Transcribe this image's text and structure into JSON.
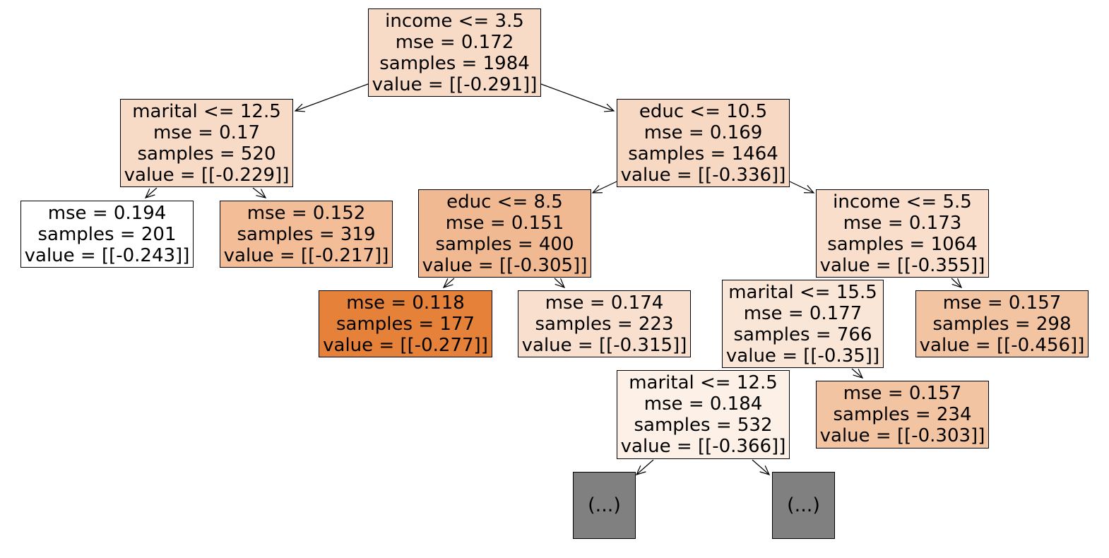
{
  "tree": {
    "colors": {
      "edge": "#000000",
      "border": "#000000",
      "elided_fill": "#808080"
    },
    "nodes": [
      {
        "id": "n0",
        "lines": [
          "income <= 3.5",
          "mse = 0.172",
          "samples = 1984",
          "value = [[-0.291]]"
        ],
        "fill": "#f8dbc7"
      },
      {
        "id": "n1",
        "lines": [
          "marital <= 12.5",
          "mse = 0.17",
          "samples = 520",
          "value = [[-0.229]]"
        ],
        "fill": "#f8dbc6"
      },
      {
        "id": "n2",
        "lines": [
          "mse = 0.194",
          "samples = 201",
          "value = [[-0.243]]"
        ],
        "fill": "#ffffff"
      },
      {
        "id": "n3",
        "lines": [
          "mse = 0.152",
          "samples = 319",
          "value = [[-0.217]]"
        ],
        "fill": "#f2bd97"
      },
      {
        "id": "n4",
        "lines": [
          "educ <= 10.5",
          "mse = 0.169",
          "samples = 1464",
          "value = [[-0.336]]"
        ],
        "fill": "#f7d8c2"
      },
      {
        "id": "n5",
        "lines": [
          "educ <= 8.5",
          "mse = 0.151",
          "samples = 400",
          "value = [[-0.305]]"
        ],
        "fill": "#f1b991"
      },
      {
        "id": "n6",
        "lines": [
          "mse = 0.118",
          "samples = 177",
          "value = [[-0.277]]"
        ],
        "fill": "#e58139"
      },
      {
        "id": "n7",
        "lines": [
          "mse = 0.174",
          "samples = 223",
          "value = [[-0.315]]"
        ],
        "fill": "#f9e0ce"
      },
      {
        "id": "n8",
        "lines": [
          "income <= 5.5",
          "mse = 0.173",
          "samples = 1064",
          "value = [[-0.355]]"
        ],
        "fill": "#f9decb"
      },
      {
        "id": "n9",
        "lines": [
          "marital <= 15.5",
          "mse = 0.177",
          "samples = 766",
          "value = [[-0.35]]"
        ],
        "fill": "#fae6d7"
      },
      {
        "id": "n10",
        "lines": [
          "mse = 0.157",
          "samples = 298",
          "value = [[-0.456]]"
        ],
        "fill": "#f3c4a2"
      },
      {
        "id": "n11",
        "lines": [
          "marital <= 12.5",
          "mse = 0.184",
          "samples = 532",
          "value = [[-0.366]]"
        ],
        "fill": "#fcf0e7"
      },
      {
        "id": "n12",
        "lines": [
          "mse = 0.157",
          "samples = 234",
          "value = [[-0.303]]"
        ],
        "fill": "#f3c4a2"
      },
      {
        "id": "n13",
        "lines": [
          "(...)"
        ],
        "fill": "#808080",
        "elided": true
      },
      {
        "id": "n14",
        "lines": [
          "(...)"
        ],
        "fill": "#808080",
        "elided": true
      }
    ],
    "edges": [
      [
        "n0",
        "n1"
      ],
      [
        "n0",
        "n4"
      ],
      [
        "n1",
        "n2"
      ],
      [
        "n1",
        "n3"
      ],
      [
        "n4",
        "n5"
      ],
      [
        "n4",
        "n8"
      ],
      [
        "n5",
        "n6"
      ],
      [
        "n5",
        "n7"
      ],
      [
        "n8",
        "n9"
      ],
      [
        "n8",
        "n10"
      ],
      [
        "n9",
        "n11"
      ],
      [
        "n9",
        "n12"
      ],
      [
        "n11",
        "n13"
      ],
      [
        "n11",
        "n14"
      ]
    ]
  }
}
